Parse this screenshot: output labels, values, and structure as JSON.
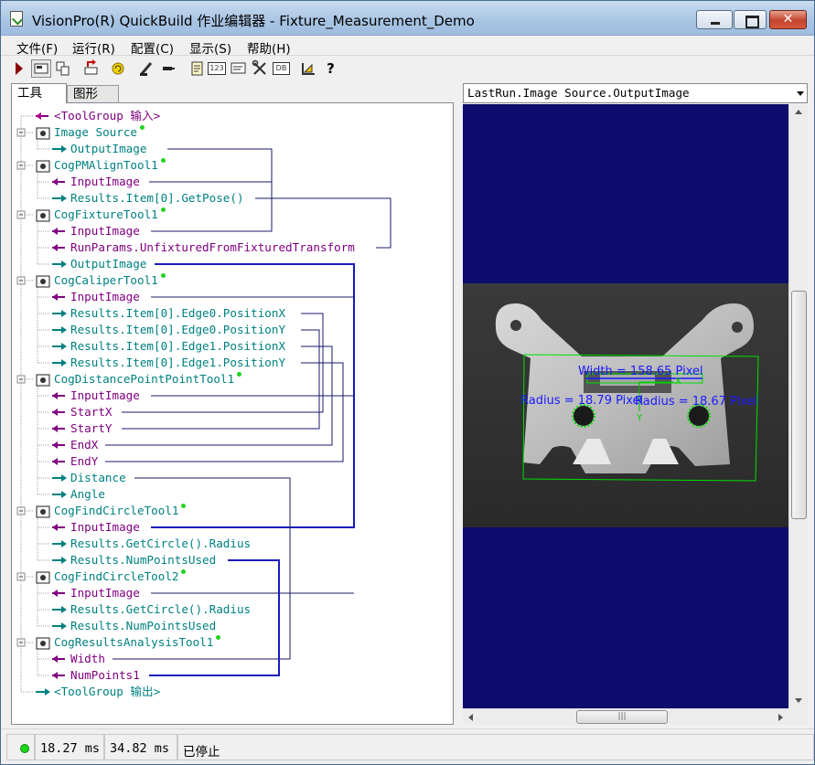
{
  "window": {
    "title": "VisionPro(R) QuickBuild 作业编辑器 - Fixture_Measurement_Demo",
    "close_glyph": "✕"
  },
  "menu": [
    "文件(F)",
    "运行(R)",
    "配置(C)",
    "显示(S)",
    "帮助(H)"
  ],
  "toolbar": {
    "icons": [
      "run-icon",
      "display-toggle-icon",
      "copy-icon",
      "import-icon",
      "refresh-icon",
      "edit-icon",
      "link-icon",
      "notepad-icon",
      "numeric-icon",
      "terminal-icon",
      "tools-icon",
      "data-icon",
      "measure-icon",
      "help-icon"
    ],
    "numeric_label": "123",
    "data_label": "DB",
    "help_label": "?"
  },
  "tabs": {
    "tools": "工具",
    "graphics": "图形"
  },
  "tree": {
    "input_group": "<ToolGroup 输入>",
    "output_group": "<ToolGroup 输出>",
    "nodes": [
      {
        "label": "Image Source",
        "kind": "tool",
        "icon": "camera-icon"
      },
      {
        "label": "OutputImage",
        "kind": "out"
      },
      {
        "label": "CogPMAlignTool1",
        "kind": "tool",
        "icon": "pmalign-icon"
      },
      {
        "label": "InputImage",
        "kind": "in"
      },
      {
        "label": "Results.Item[0].GetPose()",
        "kind": "out"
      },
      {
        "label": "CogFixtureTool1",
        "kind": "tool",
        "icon": "fixture-icon"
      },
      {
        "label": "InputImage",
        "kind": "in"
      },
      {
        "label": "RunParams.UnfixturedFromFixturedTransform",
        "kind": "in"
      },
      {
        "label": "OutputImage",
        "kind": "out"
      },
      {
        "label": "CogCaliperTool1",
        "kind": "tool",
        "icon": "caliper-icon"
      },
      {
        "label": "InputImage",
        "kind": "in"
      },
      {
        "label": "Results.Item[0].Edge0.PositionX",
        "kind": "out"
      },
      {
        "label": "Results.Item[0].Edge0.PositionY",
        "kind": "out"
      },
      {
        "label": "Results.Item[0].Edge1.PositionX",
        "kind": "out"
      },
      {
        "label": "Results.Item[0].Edge1.PositionY",
        "kind": "out"
      },
      {
        "label": "CogDistancePointPointTool1",
        "kind": "tool",
        "icon": "distance-icon"
      },
      {
        "label": "InputImage",
        "kind": "in"
      },
      {
        "label": "StartX",
        "kind": "in"
      },
      {
        "label": "StartY",
        "kind": "in"
      },
      {
        "label": "EndX",
        "kind": "in"
      },
      {
        "label": "EndY",
        "kind": "in"
      },
      {
        "label": "Distance",
        "kind": "out"
      },
      {
        "label": "Angle",
        "kind": "out"
      },
      {
        "label": "CogFindCircleTool1",
        "kind": "tool",
        "icon": "findcircle-icon"
      },
      {
        "label": "InputImage",
        "kind": "in"
      },
      {
        "label": "Results.GetCircle().Radius",
        "kind": "out"
      },
      {
        "label": "Results.NumPointsUsed",
        "kind": "out"
      },
      {
        "label": "CogFindCircleTool2",
        "kind": "tool",
        "icon": "findcircle-icon"
      },
      {
        "label": "InputImage",
        "kind": "in"
      },
      {
        "label": "Results.GetCircle().Radius",
        "kind": "out"
      },
      {
        "label": "Results.NumPointsUsed",
        "kind": "out"
      },
      {
        "label": "CogResultsAnalysisTool1",
        "kind": "tool",
        "icon": "results-analysis-icon"
      },
      {
        "label": "Width",
        "kind": "in"
      },
      {
        "label": "NumPoints1",
        "kind": "in"
      }
    ]
  },
  "image_panel": {
    "selector": "LastRun.Image Source.OutputImage",
    "width_label": "Width = 158.65 Pixel",
    "radius_left": "Radius = 18.79 Pixel",
    "radius_right": "Radius = 18.67 Pixel",
    "axis_x": "X",
    "axis_y": "Y",
    "hscroll_grip": "|||"
  },
  "status": {
    "time1": "18.27 ms",
    "time2": "34.82 ms",
    "state": "已停止"
  },
  "colors": {
    "tool_text": "#008080",
    "input_text": "#800080",
    "link_blue": "#1a1ab8",
    "display_bg": "#0e0c6c",
    "overlay_green": "#00e000",
    "overlay_blue": "#1a1aff"
  }
}
